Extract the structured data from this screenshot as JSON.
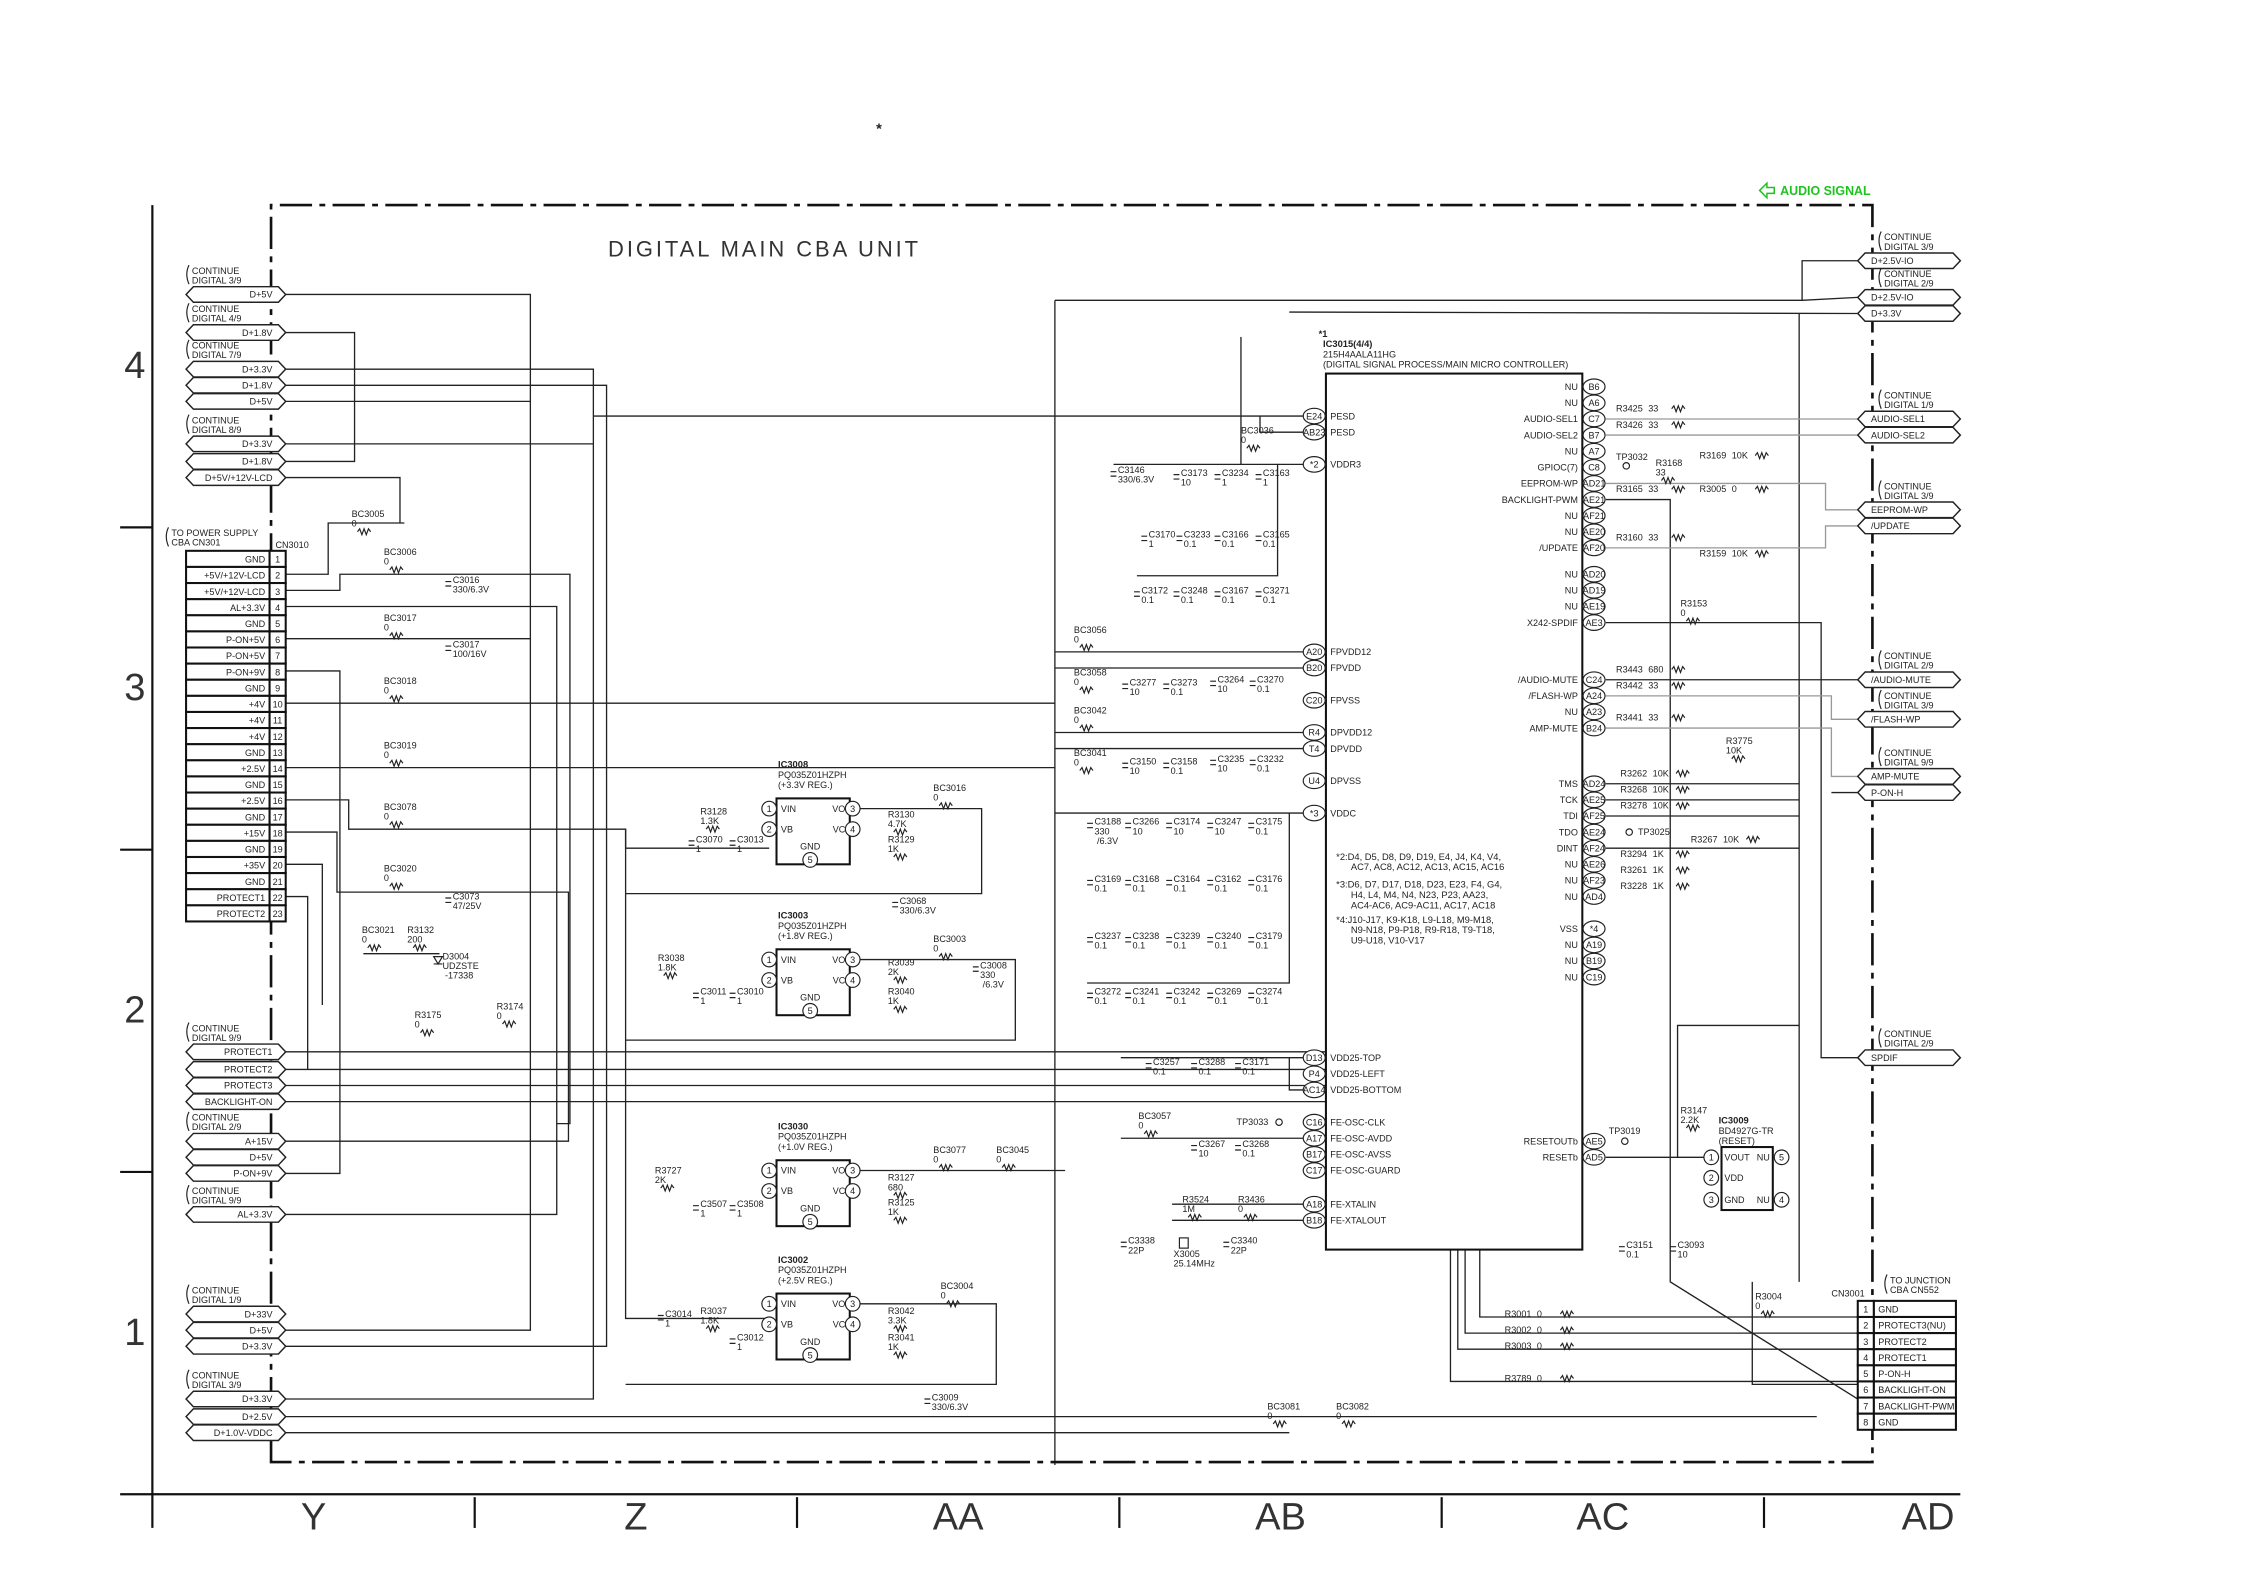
{
  "title": "DIGITAL MAIN CBA UNIT",
  "top_mark": "*",
  "audio_signal_legend": "AUDIO SIGNAL",
  "colors": {
    "audio_signal": "#1ec31e",
    "line": "#222222",
    "secondary_line": "#999999"
  },
  "grid": {
    "rows": [
      "4",
      "3",
      "2",
      "1"
    ],
    "columns": [
      "Y",
      "Z",
      "AA",
      "AB",
      "AC",
      "AD"
    ]
  },
  "left_connectors": [
    {
      "note": [
        "CONTINUE",
        "DIGITAL 3/9"
      ],
      "signals": [
        "D+5V"
      ]
    },
    {
      "note": [
        "CONTINUE",
        "DIGITAL 4/9"
      ],
      "signals": [
        "D+1.8V"
      ]
    },
    {
      "note": [
        "CONTINUE",
        "DIGITAL 7/9"
      ],
      "signals": [
        "D+3.3V",
        "D+1.8V",
        "D+5V"
      ]
    },
    {
      "note": [
        "CONTINUE",
        "DIGITAL 8/9"
      ],
      "signals": [
        "D+3.3V",
        "D+1.8V",
        "D+5V/+12V-LCD"
      ]
    },
    {
      "note": [
        "CONTINUE",
        "DIGITAL 9/9"
      ],
      "signals": [
        "PROTECT1",
        "PROTECT2",
        "PROTECT3",
        "BACKLIGHT-ON"
      ]
    },
    {
      "note": [
        "CONTINUE",
        "DIGITAL 2/9"
      ],
      "signals": [
        "A+15V",
        "D+5V",
        "P-ON+9V"
      ]
    },
    {
      "note": [
        "CONTINUE",
        "DIGITAL 9/9"
      ],
      "signals": [
        "AL+3.3V"
      ]
    },
    {
      "note": [
        "CONTINUE",
        "DIGITAL 1/9"
      ],
      "signals": [
        "D+33V",
        "D+5V",
        "D+3.3V"
      ]
    },
    {
      "note": [
        "CONTINUE",
        "DIGITAL 3/9"
      ],
      "signals": [
        "D+3.3V",
        "D+2.5V",
        "D+1.0V-VDDC"
      ]
    }
  ],
  "power_connector": {
    "ref": "CN3010",
    "note": [
      "TO POWER SUPPLY",
      "CBA CN301"
    ],
    "pins": [
      {
        "no": "1",
        "name": "GND"
      },
      {
        "no": "2",
        "name": "+5V/+12V-LCD"
      },
      {
        "no": "3",
        "name": "+5V/+12V-LCD"
      },
      {
        "no": "4",
        "name": "AL+3.3V"
      },
      {
        "no": "5",
        "name": "GND"
      },
      {
        "no": "6",
        "name": "P-ON+5V"
      },
      {
        "no": "7",
        "name": "P-ON+5V"
      },
      {
        "no": "8",
        "name": "P-ON+9V"
      },
      {
        "no": "9",
        "name": "GND"
      },
      {
        "no": "10",
        "name": "+4V"
      },
      {
        "no": "11",
        "name": "+4V"
      },
      {
        "no": "12",
        "name": "+4V"
      },
      {
        "no": "13",
        "name": "GND"
      },
      {
        "no": "14",
        "name": "+2.5V"
      },
      {
        "no": "15",
        "name": "GND"
      },
      {
        "no": "16",
        "name": "+2.5V"
      },
      {
        "no": "17",
        "name": "GND"
      },
      {
        "no": "18",
        "name": "+15V"
      },
      {
        "no": "19",
        "name": "GND"
      },
      {
        "no": "20",
        "name": "+35V"
      },
      {
        "no": "21",
        "name": "GND"
      },
      {
        "no": "22",
        "name": "PROTECT1"
      },
      {
        "no": "23",
        "name": "PROTECT2"
      }
    ]
  },
  "right_connectors": [
    {
      "note": [
        "CONTINUE",
        "DIGITAL 3/9"
      ],
      "signals": [
        "D+2.5V-IO"
      ]
    },
    {
      "note": [
        "CONTINUE",
        "DIGITAL 2/9"
      ],
      "signals": [
        "D+2.5V-IO",
        "D+3.3V"
      ]
    },
    {
      "note": [
        "CONTINUE",
        "DIGITAL 1/9"
      ],
      "signals": [
        "AUDIO-SEL1",
        "AUDIO-SEL2"
      ]
    },
    {
      "note": [
        "CONTINUE",
        "DIGITAL 3/9"
      ],
      "signals": [
        "EEPROM-WP",
        "/UPDATE"
      ]
    },
    {
      "note": [
        "CONTINUE",
        "DIGITAL 2/9"
      ],
      "signals": [
        "/AUDIO-MUTE"
      ]
    },
    {
      "note": [
        "CONTINUE",
        "DIGITAL 3/9"
      ],
      "signals": [
        "/FLASH-WP"
      ]
    },
    {
      "note": [
        "CONTINUE",
        "DIGITAL 9/9"
      ],
      "signals": [
        "AMP-MUTE",
        "P-ON-H"
      ]
    },
    {
      "note": [
        "CONTINUE",
        "DIGITAL 2/9"
      ],
      "signals": [
        "SPDIF"
      ]
    }
  ],
  "main_ic": {
    "mark": "*1",
    "ref": "IC3015(4/4)",
    "part": "215H4AALA11HG",
    "desc": "(DIGITAL SIGNAL PROCESS/MAIN MICRO CONTROLLER)",
    "left_pins": [
      {
        "pin": "E24",
        "name": "PESD"
      },
      {
        "pin": "AB23",
        "name": "PESD"
      },
      {
        "pin": "*2",
        "name": "VDDR3"
      },
      {
        "pin": "A20",
        "name": "FPVDD12"
      },
      {
        "pin": "B20",
        "name": "FPVDD"
      },
      {
        "pin": "C20",
        "name": "FPVSS"
      },
      {
        "pin": "R4",
        "name": "DPVDD12"
      },
      {
        "pin": "T4",
        "name": "DPVDD"
      },
      {
        "pin": "U4",
        "name": "DPVSS"
      },
      {
        "pin": "*3",
        "name": "VDDC"
      },
      {
        "pin": "D13",
        "name": "VDD25-TOP"
      },
      {
        "pin": "P4",
        "name": "VDD25-LEFT"
      },
      {
        "pin": "AC14",
        "name": "VDD25-BOTTOM"
      },
      {
        "pin": "C16",
        "name": "FE-OSC-CLK"
      },
      {
        "pin": "A17",
        "name": "FE-OSC-AVDD"
      },
      {
        "pin": "B17",
        "name": "FE-OSC-AVSS"
      },
      {
        "pin": "C17",
        "name": "FE-OSC-GUARD"
      },
      {
        "pin": "A18",
        "name": "FE-XTALIN"
      },
      {
        "pin": "B18",
        "name": "FE-XTALOUT"
      }
    ],
    "right_pins": [
      {
        "pin": "B6",
        "name": "NU"
      },
      {
        "pin": "A6",
        "name": "NU"
      },
      {
        "pin": "C7",
        "name": "AUDIO-SEL1"
      },
      {
        "pin": "B7",
        "name": "AUDIO-SEL2"
      },
      {
        "pin": "A7",
        "name": "NU"
      },
      {
        "pin": "C8",
        "name": "GPIOC(7)"
      },
      {
        "pin": "AD21",
        "name": "EEPROM-WP"
      },
      {
        "pin": "AE21",
        "name": "BACKLIGHT-PWM"
      },
      {
        "pin": "AF21",
        "name": "NU"
      },
      {
        "pin": "AE20",
        "name": "NU"
      },
      {
        "pin": "AF20",
        "name": "/UPDATE"
      },
      {
        "pin": "AD20",
        "name": "NU"
      },
      {
        "pin": "AD19",
        "name": "NU"
      },
      {
        "pin": "AE19",
        "name": "NU"
      },
      {
        "pin": "AE3",
        "name": "X242-SPDIF"
      },
      {
        "pin": "C24",
        "name": "/AUDIO-MUTE"
      },
      {
        "pin": "A24",
        "name": "/FLASH-WP"
      },
      {
        "pin": "A23",
        "name": "NU"
      },
      {
        "pin": "B24",
        "name": "AMP-MUTE"
      },
      {
        "pin": "AD24",
        "name": "TMS"
      },
      {
        "pin": "AE25",
        "name": "TCK"
      },
      {
        "pin": "AF25",
        "name": "TDI"
      },
      {
        "pin": "AE24",
        "name": "TDO"
      },
      {
        "pin": "AF24",
        "name": "DINT"
      },
      {
        "pin": "AE26",
        "name": "NU"
      },
      {
        "pin": "AF23",
        "name": "NU"
      },
      {
        "pin": "AD4",
        "name": "NU"
      },
      {
        "pin": "*4",
        "name": "VSS"
      },
      {
        "pin": "A19",
        "name": "NU"
      },
      {
        "pin": "B19",
        "name": "NU"
      },
      {
        "pin": "C19",
        "name": "NU"
      },
      {
        "pin": "AE5",
        "name": "RESETOUTb"
      },
      {
        "pin": "AD5",
        "name": "RESETb"
      }
    ],
    "notes": [
      "*2:D4, D5, D8, D9, D19, E4, J4, K4, V4,",
      "AC7, AC8, AC12, AC13, AC15, AC16",
      "*3:D6, D7, D17, D18, D23, E23, F4, G4,",
      "H4, L4, M4, N4, N23, P23, AA23,",
      "AC4-AC6, AC9-AC11, AC17, AC18",
      "*4:J10-J17, K9-K18, L9-L18, M9-M18,",
      "N9-N18, P9-P18, R9-R18, T9-T18,",
      "U9-U18, V10-V17"
    ]
  },
  "regulators": [
    {
      "ref": "IC3008",
      "part": "PQ035Z01HZPH",
      "desc": "(+3.3V REG.)"
    },
    {
      "ref": "IC3003",
      "part": "PQ035Z01HZPH",
      "desc": "(+1.8V REG.)"
    },
    {
      "ref": "IC3030",
      "part": "PQ035Z01HZPH",
      "desc": "(+1.0V REG.)"
    },
    {
      "ref": "IC3002",
      "part": "PQ035Z01HZPH",
      "desc": "(+2.5V REG.)"
    }
  ],
  "regulator_pins": [
    {
      "no": "1",
      "name": "VIN"
    },
    {
      "no": "2",
      "name": "VB"
    },
    {
      "no": "3",
      "name": "VO"
    },
    {
      "no": "4",
      "name": "VC"
    },
    {
      "no": "5",
      "name": "GND"
    }
  ],
  "reset_ic": {
    "ref": "IC3009",
    "part": "BD4927G-TR",
    "desc": "(RESET)",
    "pins": [
      {
        "no": "1",
        "name": "VOUT"
      },
      {
        "no": "2",
        "name": "VDD"
      },
      {
        "no": "3",
        "name": "GND"
      },
      {
        "no": "5",
        "name": "NU"
      },
      {
        "no": "4",
        "name": "NU"
      }
    ]
  },
  "junction_connector": {
    "ref": "CN3001",
    "note": [
      "TO JUNCTION",
      "CBA CN552"
    ],
    "pins": [
      {
        "no": "1",
        "name": "GND"
      },
      {
        "no": "2",
        "name": "PROTECT3(NU)"
      },
      {
        "no": "3",
        "name": "PROTECT2"
      },
      {
        "no": "4",
        "name": "PROTECT1"
      },
      {
        "no": "5",
        "name": "P-ON-H"
      },
      {
        "no": "6",
        "name": "BACKLIGHT-ON"
      },
      {
        "no": "7",
        "name": "BACKLIGHT-PWM"
      },
      {
        "no": "8",
        "name": "GND"
      }
    ]
  },
  "test_points": [
    "TP3032",
    "TP3025",
    "TP3019",
    "TP3033"
  ],
  "components": [
    {
      "ref": "BC3005",
      "value": "0"
    },
    {
      "ref": "BC3006",
      "value": "0"
    },
    {
      "ref": "C3016",
      "value": "330/6.3V"
    },
    {
      "ref": "BC3017",
      "value": "0"
    },
    {
      "ref": "C3017",
      "value": "100/16V"
    },
    {
      "ref": "BC3018",
      "value": "0"
    },
    {
      "ref": "BC3019",
      "value": "0"
    },
    {
      "ref": "BC3078",
      "value": "0"
    },
    {
      "ref": "BC3020",
      "value": "0"
    },
    {
      "ref": "C3073",
      "value": "47/25V"
    },
    {
      "ref": "BC3021",
      "value": "0"
    },
    {
      "ref": "R3132",
      "value": "200"
    },
    {
      "ref": "D3004",
      "value": "UDZSTE -17338"
    },
    {
      "ref": "R3175",
      "value": "0"
    },
    {
      "ref": "R3174",
      "value": "0"
    },
    {
      "ref": "R3128",
      "value": "1.3K"
    },
    {
      "ref": "C3070",
      "value": "1"
    },
    {
      "ref": "C3013",
      "value": "1"
    },
    {
      "ref": "R3130",
      "value": "4.7K"
    },
    {
      "ref": "R3129",
      "value": "1K"
    },
    {
      "ref": "BC3016",
      "value": "0"
    },
    {
      "ref": "C3068",
      "value": "330/6.3V"
    },
    {
      "ref": "R3038",
      "value": "1.8K"
    },
    {
      "ref": "C3011",
      "value": "1"
    },
    {
      "ref": "C3010",
      "value": "1"
    },
    {
      "ref": "R3039",
      "value": "2K"
    },
    {
      "ref": "R3040",
      "value": "1K"
    },
    {
      "ref": "BC3003",
      "value": "0"
    },
    {
      "ref": "C3008",
      "value": "330 /6.3V"
    },
    {
      "ref": "R3727",
      "value": "2K"
    },
    {
      "ref": "C3507",
      "value": "1"
    },
    {
      "ref": "C3508",
      "value": "1"
    },
    {
      "ref": "R3127",
      "value": "680"
    },
    {
      "ref": "R3125",
      "value": "1K"
    },
    {
      "ref": "BC3077",
      "value": "0"
    },
    {
      "ref": "BC3045",
      "value": "0"
    },
    {
      "ref": "C3014",
      "value": "1"
    },
    {
      "ref": "R3037",
      "value": "1.8K"
    },
    {
      "ref": "C3012",
      "value": "1"
    },
    {
      "ref": "R3042",
      "value": "3.3K"
    },
    {
      "ref": "R3041",
      "value": "1K"
    },
    {
      "ref": "BC3004",
      "value": "0"
    },
    {
      "ref": "C3009",
      "value": "330/6.3V"
    },
    {
      "ref": "BC3036",
      "value": "0"
    },
    {
      "ref": "C3146",
      "value": "330/6.3V"
    },
    {
      "ref": "C3173",
      "value": "10"
    },
    {
      "ref": "C3234",
      "value": "1"
    },
    {
      "ref": "C3163",
      "value": "1"
    },
    {
      "ref": "C3170",
      "value": "1"
    },
    {
      "ref": "C3233",
      "value": "0.1"
    },
    {
      "ref": "C3166",
      "value": "0.1"
    },
    {
      "ref": "C3165",
      "value": "0.1"
    },
    {
      "ref": "C3172",
      "value": "0.1"
    },
    {
      "ref": "C3248",
      "value": "0.1"
    },
    {
      "ref": "C3167",
      "value": "0.1"
    },
    {
      "ref": "C3271",
      "value": "0.1"
    },
    {
      "ref": "BC3056",
      "value": "0"
    },
    {
      "ref": "BC3058",
      "value": "0"
    },
    {
      "ref": "C3277",
      "value": "10"
    },
    {
      "ref": "C3273",
      "value": "0.1"
    },
    {
      "ref": "C3264",
      "value": "10"
    },
    {
      "ref": "C3270",
      "value": "0.1"
    },
    {
      "ref": "BC3042",
      "value": "0"
    },
    {
      "ref": "BC3041",
      "value": "0"
    },
    {
      "ref": "C3150",
      "value": "10"
    },
    {
      "ref": "C3158",
      "value": "0.1"
    },
    {
      "ref": "C3235",
      "value": "10"
    },
    {
      "ref": "C3232",
      "value": "0.1"
    },
    {
      "ref": "C3188",
      "value": "330 /6.3V"
    },
    {
      "ref": "C3266",
      "value": "10"
    },
    {
      "ref": "C3174",
      "value": "10"
    },
    {
      "ref": "C3247",
      "value": "10"
    },
    {
      "ref": "C3175",
      "value": "0.1"
    },
    {
      "ref": "C3169",
      "value": "0.1"
    },
    {
      "ref": "C3168",
      "value": "0.1"
    },
    {
      "ref": "C3164",
      "value": "0.1"
    },
    {
      "ref": "C3162",
      "value": "0.1"
    },
    {
      "ref": "C3176",
      "value": "0.1"
    },
    {
      "ref": "C3237",
      "value": "0.1"
    },
    {
      "ref": "C3238",
      "value": "0.1"
    },
    {
      "ref": "C3239",
      "value": "0.1"
    },
    {
      "ref": "C3240",
      "value": "0.1"
    },
    {
      "ref": "C3179",
      "value": "0.1"
    },
    {
      "ref": "C3272",
      "value": "0.1"
    },
    {
      "ref": "C3241",
      "value": "0.1"
    },
    {
      "ref": "C3242",
      "value": "0.1"
    },
    {
      "ref": "C3269",
      "value": "0.1"
    },
    {
      "ref": "C3274",
      "value": "0.1"
    },
    {
      "ref": "C3257",
      "value": "0.1"
    },
    {
      "ref": "C3288",
      "value": "0.1"
    },
    {
      "ref": "C3171",
      "value": "0.1"
    },
    {
      "ref": "BC3057",
      "value": "0"
    },
    {
      "ref": "C3267",
      "value": "10"
    },
    {
      "ref": "C3268",
      "value": "0.1"
    },
    {
      "ref": "R3524",
      "value": "1M"
    },
    {
      "ref": "R3436",
      "value": "0"
    },
    {
      "ref": "C3338",
      "value": "22P"
    },
    {
      "ref": "C3340",
      "value": "22P"
    },
    {
      "ref": "X3005",
      "value": "25.14MHz"
    },
    {
      "ref": "BC3081",
      "value": "0"
    },
    {
      "ref": "BC3082",
      "value": "0"
    },
    {
      "ref": "R3425",
      "value": "33"
    },
    {
      "ref": "R3426",
      "value": "33"
    },
    {
      "ref": "R3168",
      "value": "33"
    },
    {
      "ref": "R3169",
      "value": "10K"
    },
    {
      "ref": "R3165",
      "value": "33"
    },
    {
      "ref": "R3005",
      "value": "0"
    },
    {
      "ref": "R3160",
      "value": "33"
    },
    {
      "ref": "R3159",
      "value": "10K"
    },
    {
      "ref": "R3153",
      "value": "0"
    },
    {
      "ref": "R3443",
      "value": "680"
    },
    {
      "ref": "R3442",
      "value": "33"
    },
    {
      "ref": "R3441",
      "value": "33"
    },
    {
      "ref": "R3775",
      "value": "10K"
    },
    {
      "ref": "R3262",
      "value": "10K"
    },
    {
      "ref": "R3268",
      "value": "10K"
    },
    {
      "ref": "R3278",
      "value": "10K"
    },
    {
      "ref": "R3267",
      "value": "10K"
    },
    {
      "ref": "R3294",
      "value": "1K"
    },
    {
      "ref": "R3261",
      "value": "1K"
    },
    {
      "ref": "R3228",
      "value": "1K"
    },
    {
      "ref": "R3147",
      "value": "2.2K"
    },
    {
      "ref": "C3151",
      "value": "0.1"
    },
    {
      "ref": "C3093",
      "value": "10"
    },
    {
      "ref": "R3001",
      "value": "0"
    },
    {
      "ref": "R3002",
      "value": "0"
    },
    {
      "ref": "R3003",
      "value": "0"
    },
    {
      "ref": "R3789",
      "value": "0"
    },
    {
      "ref": "R3004",
      "value": "0"
    }
  ]
}
